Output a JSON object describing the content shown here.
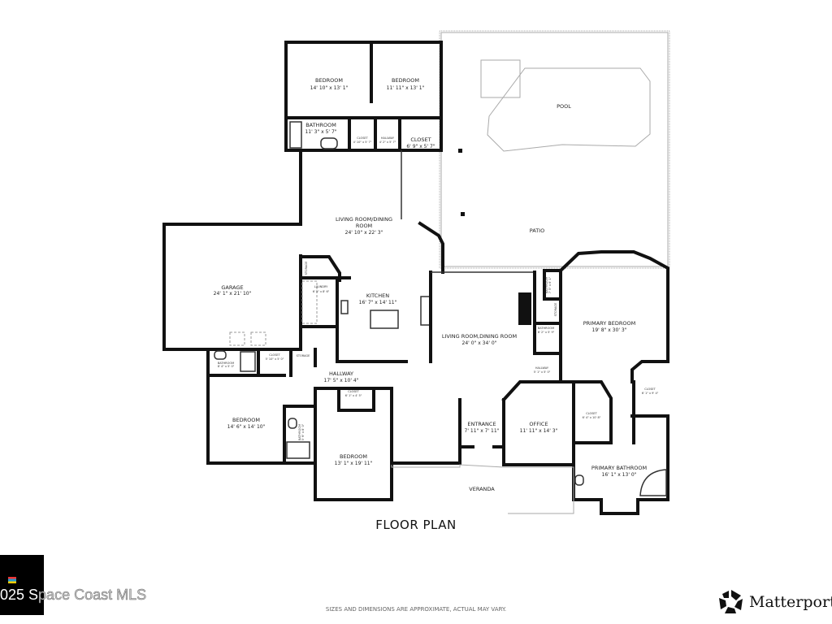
{
  "title": "FLOOR PLAN",
  "disclaimer": "SIZES AND DIMENSIONS ARE APPROXIMATE, ACTUAL MAY VARY.",
  "watermark": {
    "prefix": "025 S",
    "rest": "pace Coast MLS"
  },
  "brand": "Matterport",
  "rooms": {
    "bedroom_nw": {
      "name": "BEDROOM",
      "dim": "14' 10\" x 13' 1\""
    },
    "bedroom_ne": {
      "name": "BEDROOM",
      "dim": "11' 11\" x 13' 1\""
    },
    "bathroom_n": {
      "name": "BATHROOM",
      "dim": "11' 3\" x 5' 7\""
    },
    "closet_n_small": {
      "name": "CLOSET",
      "dim": "4' 10\" x 5' 7\""
    },
    "hallway_n": {
      "name": "HALLWAY",
      "dim": "4' 2\" x 5' 7\""
    },
    "closet_n": {
      "name": "CLOSET",
      "dim": "6' 9\" x 5' 7\""
    },
    "pool": {
      "name": "POOL"
    },
    "patio": {
      "name": "PATIO"
    },
    "living_upper": {
      "name": "LIVING ROOM/DINING",
      "name2": "ROOM",
      "dim": "24' 10\" x 22' 3\""
    },
    "garage": {
      "name": "GARAGE",
      "dim": "24' 1\" x 21' 10\""
    },
    "storage_k": {
      "name": "STORAGE"
    },
    "laundry": {
      "name": "LAUNDRY",
      "dim": "6' 5\" x 8' 6\""
    },
    "kitchen": {
      "name": "KITCHEN",
      "dim": "16' 7\" x 14' 11\""
    },
    "bathroom_g": {
      "name": "BATHROOM",
      "dim": "8' 4\" x 5' 0\""
    },
    "closet_g": {
      "name": "CLOSET",
      "dim": "5' 10\" x 5' 0\""
    },
    "storage_g": {
      "name": "STORAGE"
    },
    "hallway": {
      "name": "HALLWAY",
      "dim": "17' 5\" x 10' 4\""
    },
    "bedroom_sw": {
      "name": "BEDROOM",
      "dim": "14' 6\" x 14' 10\""
    },
    "bathroom_sw": {
      "name": "BATHROOM",
      "dim": "5' 9\" x 8' 0\""
    },
    "closet_s": {
      "name": "CLOSET",
      "dim": "6' 1\" x 4' 5\""
    },
    "bedroom_s": {
      "name": "BEDROOM",
      "dim": "13' 1\" x 19' 11\""
    },
    "living_main": {
      "name": "LIVING ROOM,DINING ROOM",
      "dim": "24' 0\" x 34' 0\""
    },
    "entrance": {
      "name": "ENTRANCE",
      "dim": "7' 11\" x 7' 11\""
    },
    "office": {
      "name": "OFFICE",
      "dim": "11' 11\" x 14' 3\""
    },
    "veranda": {
      "name": "VERANDA"
    },
    "bathroom_e1": {
      "name": "BATHROOM",
      "dim": "7' 5\" x 6' 1\""
    },
    "storage_e": {
      "name": "STORAGE"
    },
    "bathroom_e2": {
      "name": "BATHROOM",
      "dim": "6' 2\" x 5' 9\""
    },
    "hallway_e": {
      "name": "HALLWAY",
      "dim": "5' 1\" x 5' 0\""
    },
    "primary_bedroom": {
      "name": "PRIMARY BEDROOM",
      "dim": "19' 8\" x 30' 3\""
    },
    "closet_e1": {
      "name": "CLOSET",
      "dim": "6' 4\" x 10' 8\""
    },
    "closet_e2": {
      "name": "CLOSET",
      "dim": "6' 1\" x 9' 4\""
    },
    "primary_bathroom": {
      "name": "PRIMARY BATHROOM",
      "dim": "16' 1\" x 13' 0\""
    }
  }
}
